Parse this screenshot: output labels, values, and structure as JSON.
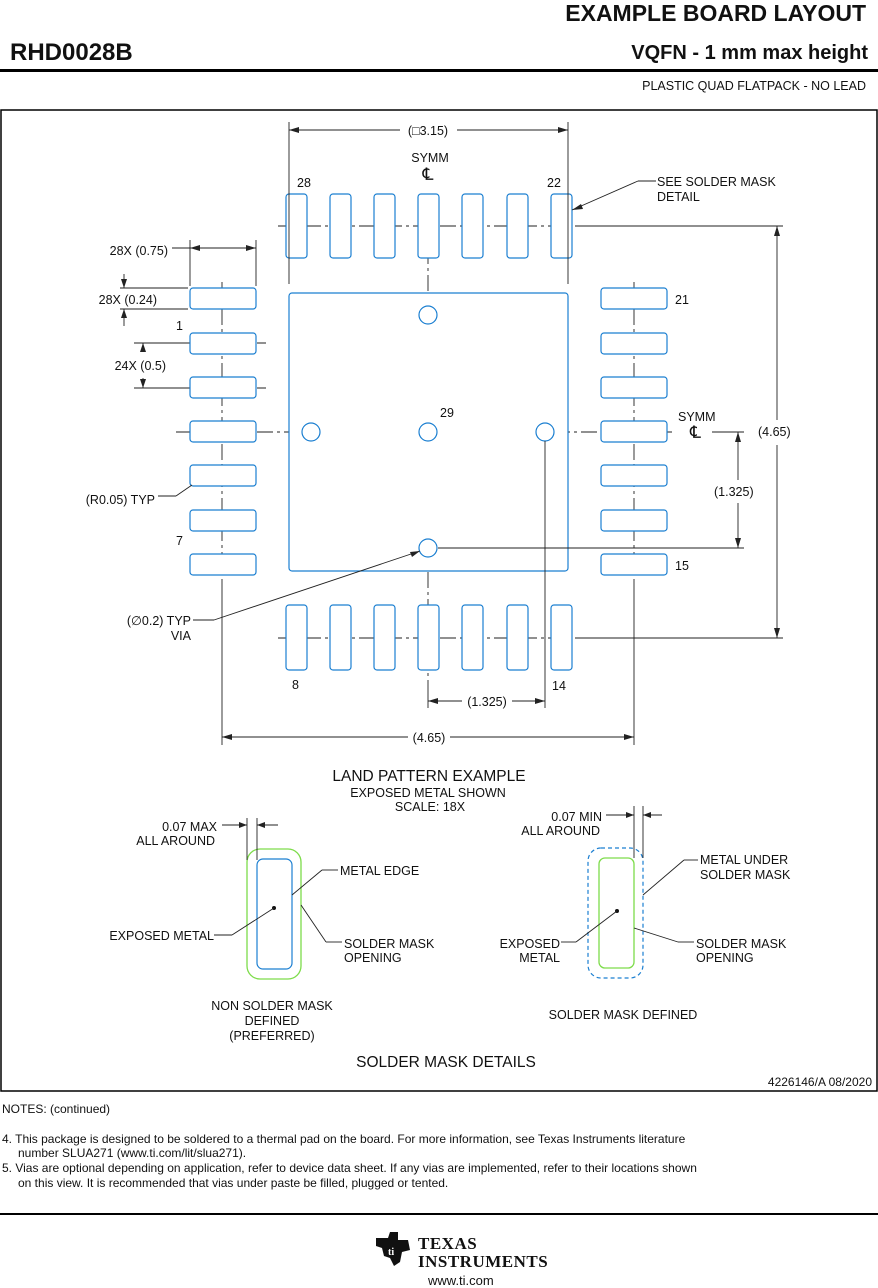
{
  "header": {
    "title": "EXAMPLE BOARD LAYOUT",
    "part_number": "RHD0028B",
    "package": "VQFN - 1 mm max height",
    "package_type": "PLASTIC QUAD FLATPACK - NO LEAD"
  },
  "drawing": {
    "dim_body": "(□3.15)",
    "symm": "SYMM",
    "centerline": "℄",
    "pin_labels": {
      "p28": "28",
      "p22": "22",
      "p21": "21",
      "p1": "1",
      "p7": "7",
      "p15": "15",
      "p8": "8",
      "p14": "14",
      "p29": "29"
    },
    "callout_mask_detail_1": "SEE SOLDER MASK",
    "callout_mask_detail_2": "DETAIL",
    "dim_pad_len": "28X (0.75)",
    "dim_pad_w": "28X (0.24)",
    "dim_pitch": "24X (0.5)",
    "dim_radius": "(R0.05) TYP",
    "dim_via_1": "(∅0.2) TYP",
    "dim_via_2": "VIA",
    "dim_height": "(4.65)",
    "dim_half_v": "(1.325)",
    "dim_half_h": "(1.325)",
    "dim_width": "(4.65)",
    "caption_title": "LAND PATTERN EXAMPLE",
    "caption_line1": "EXPOSED METAL SHOWN",
    "caption_line2": "SCALE: 18X"
  },
  "mask_details": {
    "nsmd": {
      "clearance_1": "0.07 MAX",
      "clearance_2": "ALL AROUND",
      "metal_edge": "METAL EDGE",
      "exposed_metal": "EXPOSED METAL",
      "opening_1": "SOLDER MASK",
      "opening_2": "OPENING",
      "caption_1": "NON SOLDER MASK",
      "caption_2": "DEFINED",
      "caption_3": "(PREFERRED)"
    },
    "smd": {
      "clearance_1": "0.07 MIN",
      "clearance_2": "ALL AROUND",
      "metal_under_1": "METAL UNDER",
      "metal_under_2": "SOLDER MASK",
      "exposed_1": "EXPOSED",
      "exposed_2": "METAL",
      "opening_1": "SOLDER MASK",
      "opening_2": "OPENING",
      "caption": "SOLDER MASK DEFINED"
    },
    "title": "SOLDER MASK DETAILS",
    "drawing_id": "4226146/A   08/2020"
  },
  "notes": {
    "heading": "NOTES: (continued)",
    "n4_line1": "4. This package is designed to be soldered to a thermal pad on the board. For more information, see Texas Instruments literature",
    "n4_line2": "number SLUA271 (www.ti.com/lit/slua271).",
    "n5_line1": "5. Vias are optional depending on application, refer to device data sheet. If any vias are implemented, refer to their locations shown",
    "n5_line2": "on this view. It is recommended that vias under paste be filled, plugged or tented."
  },
  "footer": {
    "logo_line1": "TEXAS",
    "logo_line2": "INSTRUMENTS",
    "url": "www.ti.com"
  },
  "colors": {
    "pad_outline": "#1b7fd1",
    "mask_outline": "#7ddc4a"
  }
}
